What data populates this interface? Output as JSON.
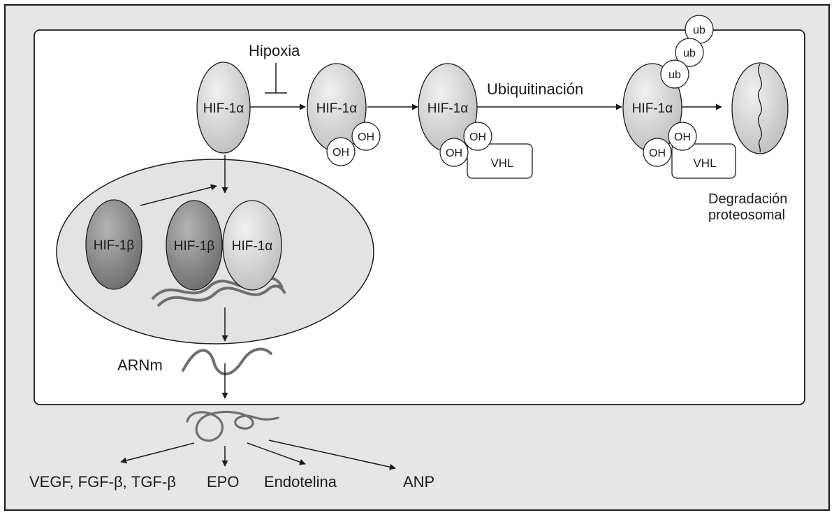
{
  "labels": {
    "hypoxia": "Hipoxia",
    "hif1a": "HIF-1α",
    "hif1b": "HIF-1β",
    "oh": "OH",
    "vhl": "VHL",
    "ub": "ub",
    "ubiquitination": "Ubiquitinación",
    "degradation_line1": "Degradación",
    "degradation_line2": "proteosomal",
    "mrna": "ARNm"
  },
  "products": [
    "VEGF, FGF-β, TGF-β",
    "EPO",
    "Endotelina",
    "ANP"
  ],
  "colors": {
    "frame_bg": "#e6e6e6",
    "cell_bg": "#ffffff",
    "nucleus_fill": "#e3e3e3",
    "protein_light": "#d6d6d6",
    "protein_dark": "#8f8f8f",
    "strand": "#6e6e6e",
    "line": "#1a1a1a"
  }
}
